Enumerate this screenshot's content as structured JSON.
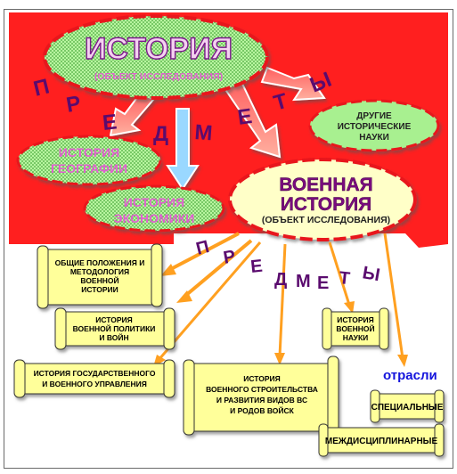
{
  "colors": {
    "red": "#ff2020",
    "border_red": "#e8141c",
    "green": "#a8f090",
    "pink_text": "#e060d0",
    "purple": "#5a0b6e",
    "ellipse_yellow": "#ffffc8",
    "scroll_yellow": "#ffff9a",
    "arrow_orange": "#ffa020",
    "blue": "#1414dc"
  },
  "root": {
    "title": "ИСТОРИЯ",
    "subtitle": "(ОБЪЕКТ ИССЛЕДОВАНИЯ)"
  },
  "predmety_top": [
    "П",
    "Р",
    "Е",
    "Д",
    "М",
    "Е",
    "Т",
    "Ы"
  ],
  "branches": {
    "geography": [
      "ИСТОРИЯ",
      "ГЕОГРАФИИ"
    ],
    "economics": [
      "ИСТОРИЯ",
      "ЭКОНОМИКИ"
    ],
    "other": [
      "ДРУГИЕ",
      "ИСТОРИЧЕСКИЕ",
      "НАУКИ"
    ]
  },
  "military": {
    "title": [
      "ВОЕННАЯ",
      "ИСТОРИЯ"
    ],
    "subtitle": "(ОБЪЕКТ ИССЛЕДОВАНИЯ)"
  },
  "predmety_bottom": [
    "П",
    "Р",
    "Е",
    "Д",
    "М",
    "Е",
    "Т",
    "Ы"
  ],
  "scrolls": {
    "general": [
      "ОБЩИЕ ПОЛОЖЕНИЯ И",
      "МЕТОДОЛОГИЯ",
      "ВОЕННОЙ",
      "ИСТОРИИ"
    ],
    "policy": [
      "ИСТОРИЯ",
      "ВОЕННОЙ ПОЛИТИКИ",
      "И ВОЙН"
    ],
    "state": [
      "ИСТОРИЯ ГОСУДАРСТВЕННОГО",
      "И ВОЕННОГО УПРАВЛЕНИЯ"
    ],
    "building": [
      "ИСТОРИЯ",
      "ВОЕННОГО СТРОИТЕЛЬСТВА",
      "И РАЗВИТИЯ ВИДОВ ВС",
      "И РОДОВ ВОЙСК"
    ],
    "science": [
      "ИСТОРИЯ",
      "ВОЕННОЙ",
      "НАУКИ"
    ]
  },
  "otrasli": {
    "label": "отрасли",
    "special": "СПЕЦИАЛЬНЫЕ",
    "interdisciplinary": "МЕЖДИСЦИПЛИНАРНЫЕ"
  }
}
